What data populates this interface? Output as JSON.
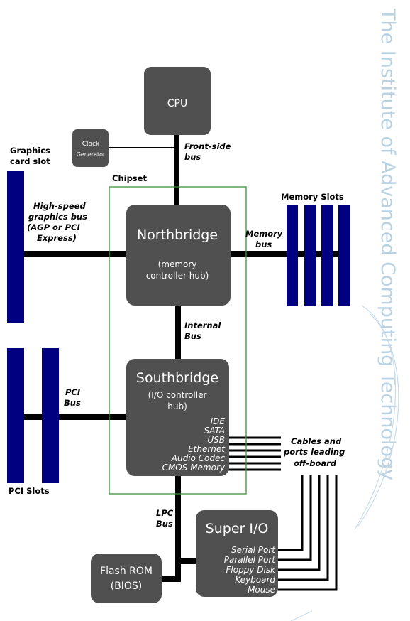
{
  "watermark": {
    "text": "The Institute of Advanced Computing Technology",
    "color": "#b9d2e3"
  },
  "colors": {
    "box_fill": "#505050",
    "slot_fill": "#000080",
    "bus": "#000000",
    "chipset_border": "#3d8f3d",
    "watermark": "#b9d2e3"
  },
  "boxes": {
    "cpu": {
      "title": "CPU"
    },
    "clock": {
      "line1": "Clock",
      "line2": "Generator"
    },
    "northbridge": {
      "title": "Northbridge",
      "sub1": "(memory",
      "sub2": "controller hub)"
    },
    "southbridge": {
      "title": "Southbridge",
      "sub1": "(I/O controller",
      "sub2": "hub)",
      "ports": [
        "IDE",
        "SATA",
        "USB",
        "Ethernet",
        "Audio Codec",
        "CMOS Memory"
      ]
    },
    "superio": {
      "title": "Super I/O",
      "ports": [
        "Serial Port",
        "Parallel Port",
        "Floppy Disk",
        "Keyboard",
        "Mouse"
      ]
    },
    "flash": {
      "line1": "Flash ROM",
      "line2": "(BIOS)"
    }
  },
  "chipset_label": "Chipset",
  "labels": {
    "graphics_slot": [
      "Graphics",
      "card slot"
    ],
    "graphics_bus": [
      "High-speed",
      "graphics bus",
      "(AGP or PCI",
      "Express)"
    ],
    "front_side_bus": [
      "Front-side",
      "bus"
    ],
    "memory_slots": "Memory Slots",
    "memory_bus": [
      "Memory",
      "bus"
    ],
    "internal_bus": [
      "Internal",
      "Bus"
    ],
    "pci_bus": [
      "PCI",
      "Bus"
    ],
    "pci_slots": "PCI Slots",
    "cables": [
      "Cables and",
      "ports leading",
      "off-board"
    ],
    "lpc_bus": [
      "LPC",
      "Bus"
    ]
  }
}
